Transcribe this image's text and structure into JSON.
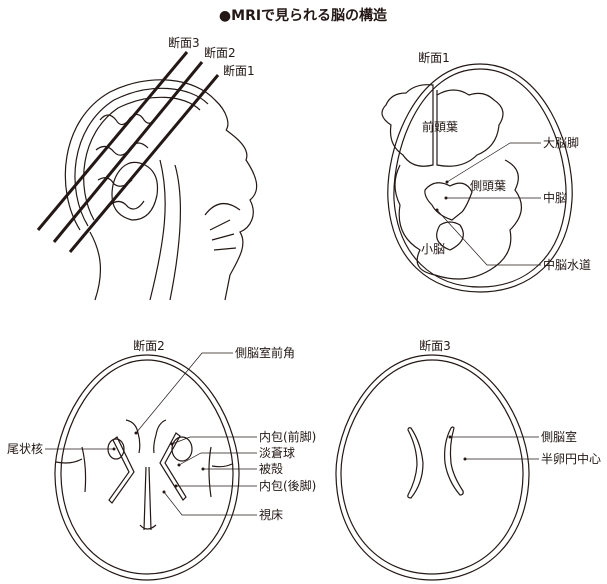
{
  "title": "●MRIで見られる脳の構造",
  "sagittal": {
    "cut3": "断面3",
    "cut2": "断面2",
    "cut1": "断面1"
  },
  "section1": {
    "title": "断面1",
    "inner": [
      "前頭葉",
      "側頭葉",
      "小脳"
    ],
    "labels": [
      "大脳脚",
      "中脳",
      "中脳水道"
    ]
  },
  "section2": {
    "title": "断面2",
    "labels_right": [
      "側脳室前角",
      "内包(前脚)",
      "淡蒼球",
      "被殻",
      "内包(後脚)",
      "視床"
    ],
    "label_left": "尾状核"
  },
  "section3": {
    "title": "断面3",
    "labels": [
      "側脳室",
      "半卵円中心"
    ]
  }
}
